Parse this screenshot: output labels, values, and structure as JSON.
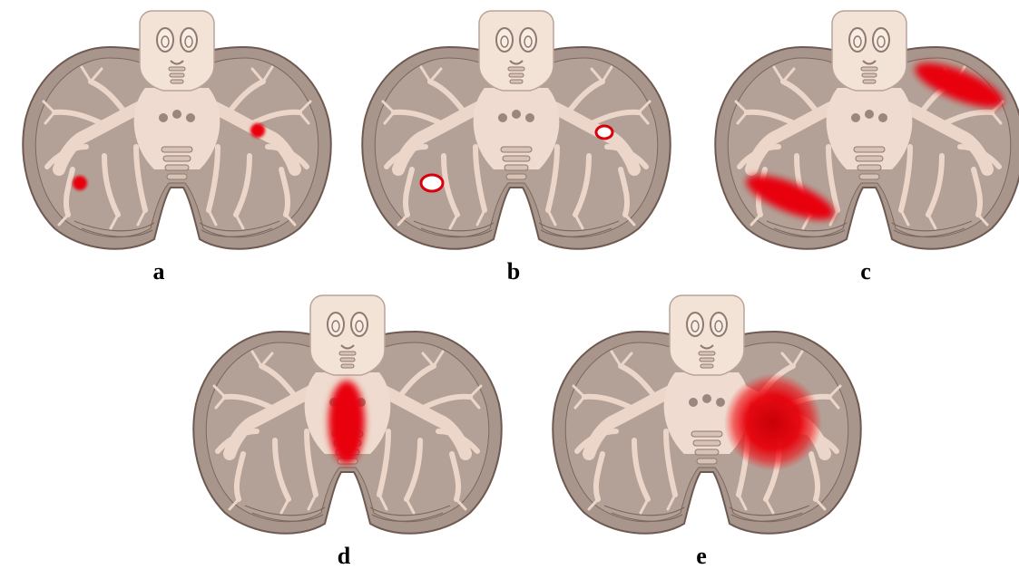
{
  "panels": [
    {
      "id": "a",
      "label": "a",
      "lesion": "small-solid-spots"
    },
    {
      "id": "b",
      "label": "b",
      "lesion": "small-ring-spots"
    },
    {
      "id": "c",
      "label": "c",
      "lesion": "elongated-diagonal-streaks"
    },
    {
      "id": "d",
      "label": "d",
      "lesion": "midline-vermis-oval"
    },
    {
      "id": "e",
      "label": "e",
      "lesion": "large-hemisphere-mass"
    }
  ],
  "colors": {
    "cortex": "#a8958c",
    "white_matter": "#f0dcd0",
    "brainstem": "#f3e2d6",
    "outline": "#6e5a50",
    "lesion": "#e8000a"
  }
}
